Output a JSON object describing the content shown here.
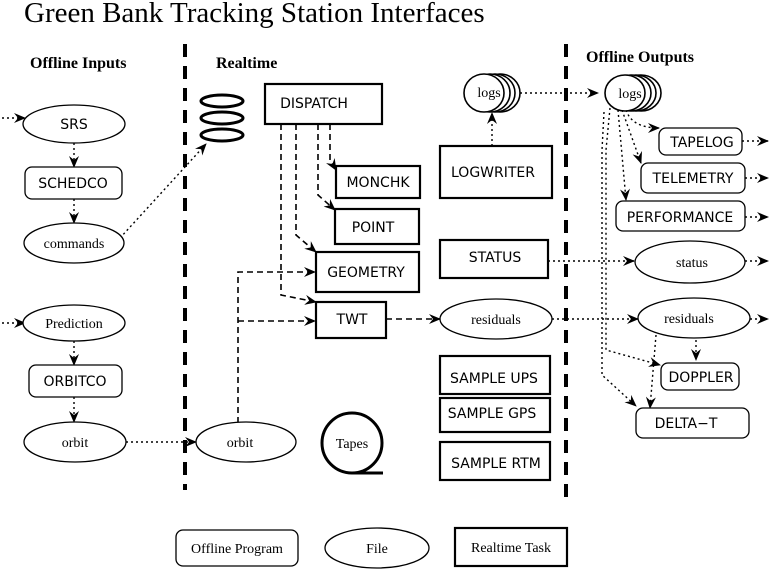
{
  "title": "Green Bank Tracking Station Interfaces",
  "columns": {
    "offline_inputs": "Offline Inputs",
    "realtime": "Realtime",
    "offline_outputs": "Offline Outputs"
  },
  "nodes": {
    "srs": "SRS",
    "schedco": "SCHEDCO",
    "commands": "commands",
    "prediction": "Prediction",
    "orbitco": "ORBITCO",
    "orbit_in": "orbit",
    "orbit_rt": "orbit",
    "dispatch": "DISPATCH",
    "monchk": "MONCHK",
    "point": "POINT",
    "geometry": "GEOMETRY",
    "twt": "TWT",
    "tapes": "Tapes",
    "logs_rt": "logs",
    "logwriter": "LOGWRITER",
    "status_task": "STATUS",
    "residuals_rt": "residuals",
    "sample_ups": "SAMPLE UPS",
    "sample_gps": "SAMPLE GPS",
    "sample_rtm": "SAMPLE RTM",
    "logs_out": "logs",
    "tapelog": "TAPELOG",
    "telemetry": "TELEMETRY",
    "performance": "PERFORMANCE",
    "status_out": "status",
    "residuals_out": "residuals",
    "doppler": "DOPPLER",
    "delta_t": "DELTA−T"
  },
  "legend": {
    "offline_program": "Offline Program",
    "file": "File",
    "realtime_task": "Realtime Task"
  }
}
